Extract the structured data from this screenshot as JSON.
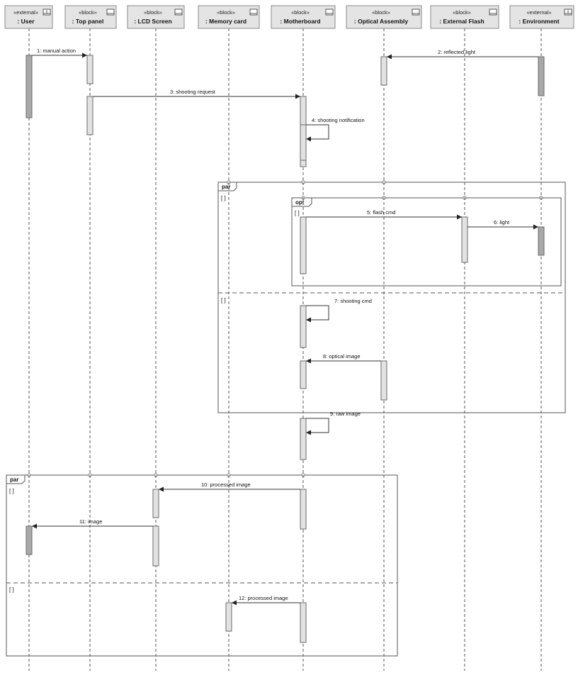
{
  "lifelines": [
    {
      "stereotype": "«external»",
      "name": ": User",
      "kind": "external"
    },
    {
      "stereotype": "«block»",
      "name": ": Top panel",
      "kind": "block"
    },
    {
      "stereotype": "«block»",
      "name": ": LCD Screen",
      "kind": "block"
    },
    {
      "stereotype": "«block»",
      "name": ": Memory card",
      "kind": "block"
    },
    {
      "stereotype": "«block»",
      "name": ": Motherboard",
      "kind": "block"
    },
    {
      "stereotype": "«block»",
      "name": ": Optical Assembly",
      "kind": "block"
    },
    {
      "stereotype": "«block»",
      "name": ": External Flash",
      "kind": "block"
    },
    {
      "stereotype": "«external»",
      "name": ": Environment",
      "kind": "external"
    }
  ],
  "messages": [
    {
      "label": "1: manual action",
      "from": 0,
      "to": 1
    },
    {
      "label": "2: reflected light",
      "from": 7,
      "to": 5
    },
    {
      "label": "3: shooting request",
      "from": 1,
      "to": 4
    },
    {
      "label": "4: shooting notification",
      "from": 4,
      "to": 4
    },
    {
      "label": "5: flash cmd",
      "from": 4,
      "to": 6
    },
    {
      "label": "6: light",
      "from": 6,
      "to": 7
    },
    {
      "label": "7: shooting cmd",
      "from": 4,
      "to": 4
    },
    {
      "label": "8: optical image",
      "from": 5,
      "to": 4
    },
    {
      "label": "9: raw image",
      "from": 4,
      "to": 4
    },
    {
      "label": "10: processed image",
      "from": 4,
      "to": 2
    },
    {
      "label": "11: image",
      "from": 2,
      "to": 0
    },
    {
      "label": "12: processed image",
      "from": 4,
      "to": 3
    }
  ],
  "fragments": [
    {
      "operator": "par",
      "guards": [
        "[ ]",
        "[ ]"
      ]
    },
    {
      "operator": "opt",
      "guards": [
        "[ ]"
      ]
    },
    {
      "operator": "par",
      "guards": [
        "[ ]",
        "[ ]"
      ]
    }
  ],
  "colors": {
    "header_fill": "#e4e4e4",
    "external_activation": "#a8a8a8",
    "block_activation": "#e2e2e2"
  }
}
